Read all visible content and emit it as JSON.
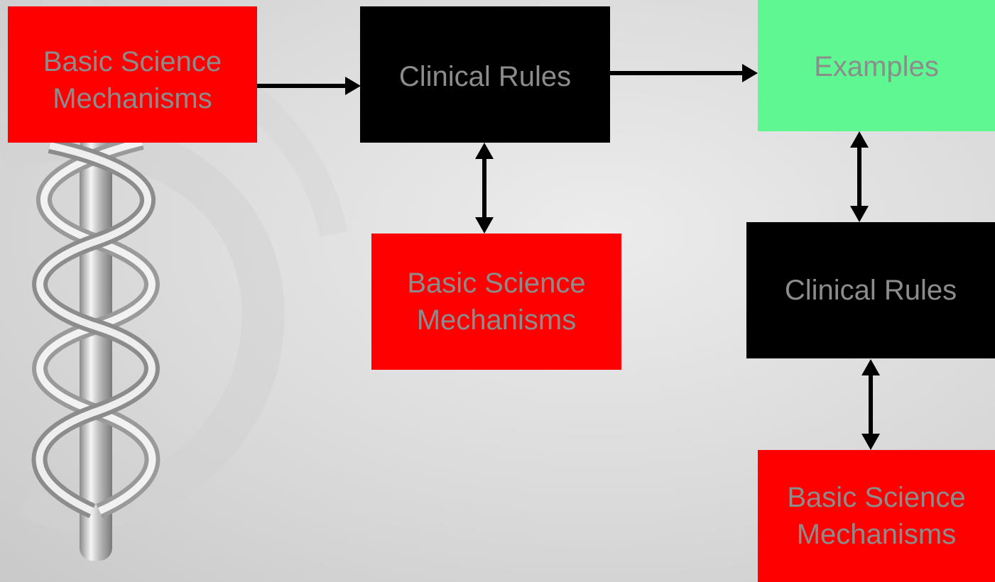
{
  "diagram": {
    "nodes": {
      "basic_science_1": {
        "label": "Basic Science\nMechanisms",
        "color": "#ff0000"
      },
      "clinical_rules_1": {
        "label": "Clinical Rules",
        "color": "#000000"
      },
      "examples": {
        "label": "Examples",
        "color": "#5ef792"
      },
      "basic_science_2": {
        "label": "Basic Science\nMechanisms",
        "color": "#ff0000"
      },
      "clinical_rules_2": {
        "label": "Clinical Rules",
        "color": "#000000"
      },
      "basic_science_3": {
        "label": "Basic Science\nMechanisms",
        "color": "#ff0000"
      }
    },
    "edges": [
      {
        "from": "basic_science_1",
        "to": "clinical_rules_1",
        "direction": "forward"
      },
      {
        "from": "clinical_rules_1",
        "to": "examples",
        "direction": "forward"
      },
      {
        "from": "clinical_rules_1",
        "to": "basic_science_2",
        "direction": "both"
      },
      {
        "from": "examples",
        "to": "clinical_rules_2",
        "direction": "both"
      },
      {
        "from": "clinical_rules_2",
        "to": "basic_science_3",
        "direction": "both"
      }
    ],
    "text_color": "#8c8c8c"
  }
}
